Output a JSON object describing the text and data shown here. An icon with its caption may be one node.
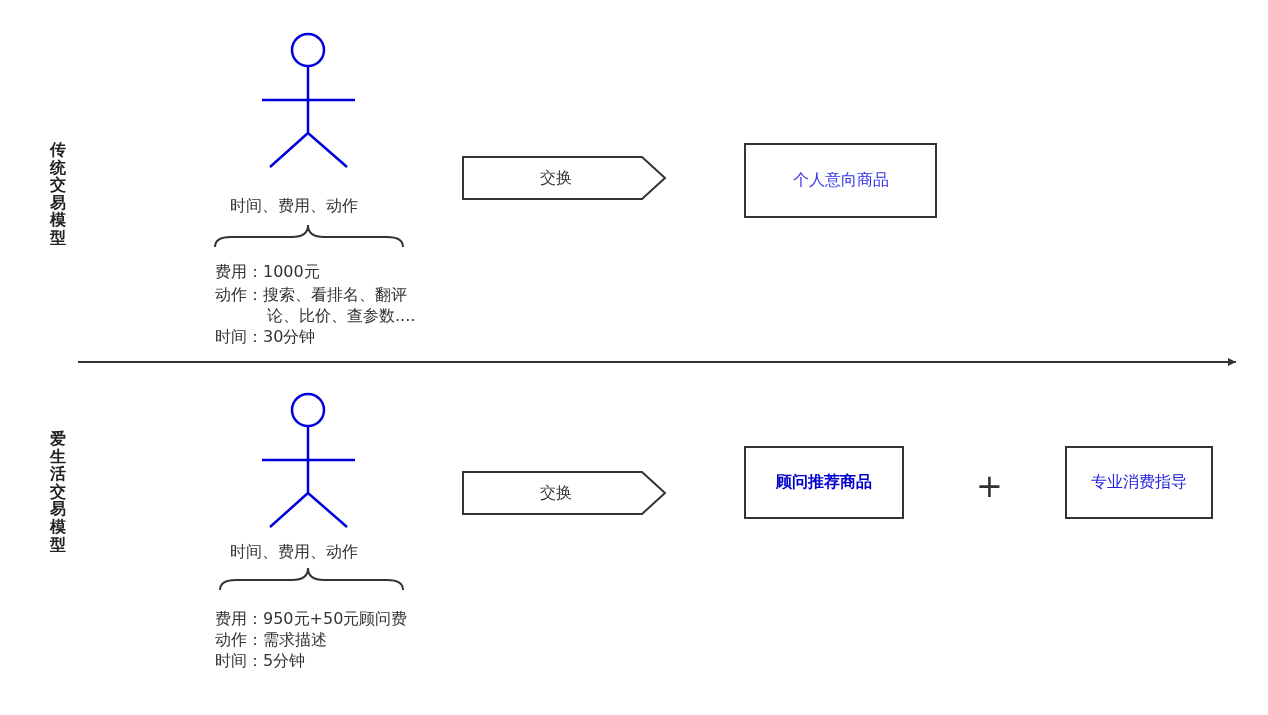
{
  "diagram": {
    "nodes": [
      {
        "text": [],
        "shape": "person"
      },
      {
        "text": [
          "交换"
        ]
      },
      {
        "text": [
          "个人意向商品"
        ]
      },
      {
        "text": [],
        "shape": "person"
      },
      {
        "text": [
          "交换"
        ]
      },
      {
        "text": [
          "顾问推荐商品"
        ]
      },
      {
        "text": [
          "专业消费指导"
        ]
      }
    ],
    "edges": [],
    "labels": [
      "传统交易模型",
      "时间、费用、动作",
      "费用：1000元",
      "动作：搜索、看排名、翻评论、比价、查参数....",
      "时间：30分钟",
      "爱生活交易模型",
      "时间、费用、动作",
      "+",
      "费用：950元+50元顾问费",
      "动作：需求描述",
      "时间：5分钟"
    ]
  }
}
